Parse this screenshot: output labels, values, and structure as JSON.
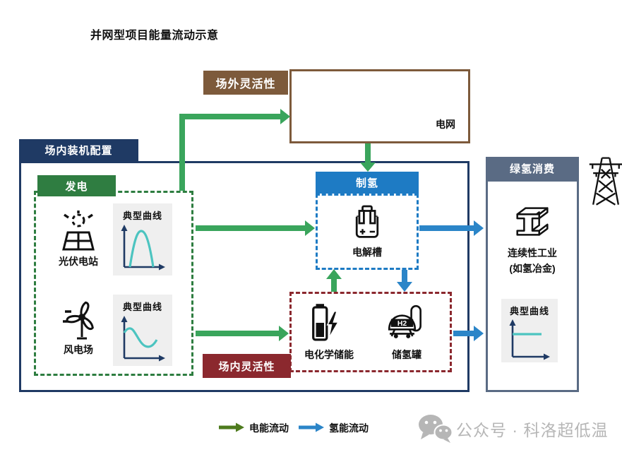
{
  "title": "并网型项目能量流动示意",
  "colors": {
    "brown": "#7d5a3b",
    "navy": "#1f3a64",
    "green_label": "#2f7d41",
    "green_flow": "#3aa55c",
    "green_legend": "#4e7b1e",
    "blue_label": "#1e7bc4",
    "blue_flow": "#2b85c8",
    "maroon": "#8b282e",
    "slate": "#5a6b84",
    "teal_curve": "#4cc4c0",
    "card_bg": "#efefef",
    "watermark_gray": "#b6b6b6"
  },
  "offsite": {
    "label": "场外灵活性",
    "grid_label": "电网"
  },
  "onsite": {
    "label": "场内装机配置",
    "generation": {
      "label": "发电",
      "pv": {
        "name": "光伏电站",
        "curve_title": "典型曲线",
        "curve_shape": "bell"
      },
      "wind": {
        "name": "风电场",
        "curve_title": "典型曲线",
        "curve_shape": "wavy"
      }
    },
    "hydrogen_production": {
      "label": "制氢",
      "electrolyzer": "电解槽"
    },
    "flexibility": {
      "label": "场内灵活性",
      "battery": "电化学储能",
      "tank": "储氢罐",
      "tank_icon_text": "H2"
    }
  },
  "consumption": {
    "label": "绿氢消费",
    "industry_line1": "连续性工业",
    "industry_line2": "(如氢冶金)",
    "curve_title": "典型曲线",
    "curve_shape": "flat"
  },
  "legend": {
    "electricity": "电能流动",
    "hydrogen": "氢能流动"
  },
  "watermark": "公众号 · 科洛超低温",
  "icons": {
    "grid": "transmission-tower",
    "pv": "solar-panel",
    "wind": "wind-turbine",
    "electrolyzer": "electrolyzer-cell",
    "battery": "battery-bolt",
    "tank": "h2-dome-tank",
    "industry": "steel-i-beam",
    "watermark": "wechat"
  }
}
